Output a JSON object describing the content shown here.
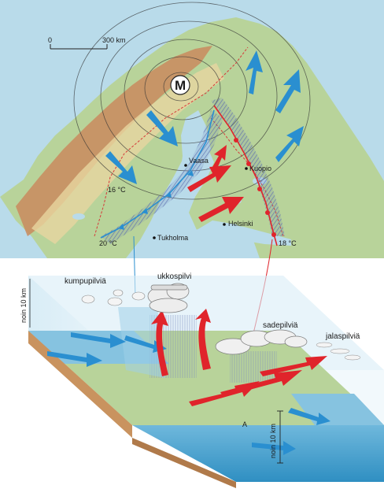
{
  "map": {
    "scale_start": "0",
    "scale_end": "300 km",
    "low_pressure": "M",
    "cities": {
      "vaasa": "Vaasa",
      "kuopio": "Kuopio",
      "helsinki": "Helsinki",
      "tukholma": "Tukholma"
    },
    "temps": {
      "t16": "16 °C",
      "t20": "20 °C",
      "t18": "18 °C"
    }
  },
  "cross_section": {
    "clouds": {
      "kumpu": "kumpupilviä",
      "ukko": "ukkospilvi",
      "sade": "sadepilviä",
      "jala": "jalaspilviä"
    },
    "height_left": "noin 10 km",
    "height_right": "noin 10 km",
    "point_a": "A"
  },
  "colors": {
    "sea": "#b9dbea",
    "land_low": "#b8d39a",
    "land_mid": "#e7d6a0",
    "land_high": "#c98a5e",
    "warm_arrow": "#e0242b",
    "cold_arrow": "#2a8fd0",
    "front_hatch": "#5e6fb0"
  }
}
